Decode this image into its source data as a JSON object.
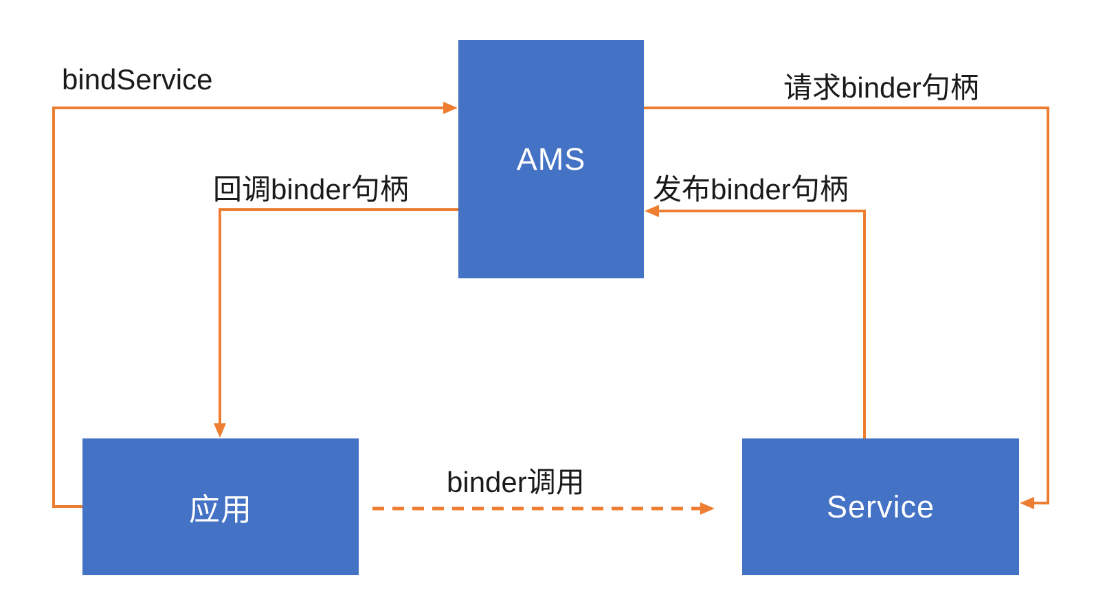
{
  "diagram": {
    "type": "flow-diagram",
    "colors": {
      "node_fill": "#4472C4",
      "node_text": "#ffffff",
      "arrow": "#ED7D31",
      "label_text": "#1a1a1a",
      "background": "#ffffff"
    },
    "nodes": [
      {
        "id": "ams",
        "label": "AMS"
      },
      {
        "id": "app",
        "label": "应用"
      },
      {
        "id": "service",
        "label": "Service"
      }
    ],
    "edges": [
      {
        "id": "bind-service",
        "label": "bindService",
        "from": "app",
        "to": "ams",
        "style": "solid"
      },
      {
        "id": "request-binder",
        "label": "请求binder句柄",
        "from": "ams",
        "to": "service",
        "style": "solid"
      },
      {
        "id": "publish-binder",
        "label": "发布binder句柄",
        "from": "service",
        "to": "ams",
        "style": "solid"
      },
      {
        "id": "callback-binder",
        "label": "回调binder句柄",
        "from": "ams",
        "to": "app",
        "style": "solid"
      },
      {
        "id": "binder-call",
        "label": "binder调用",
        "from": "app",
        "to": "service",
        "style": "dashed"
      }
    ]
  }
}
